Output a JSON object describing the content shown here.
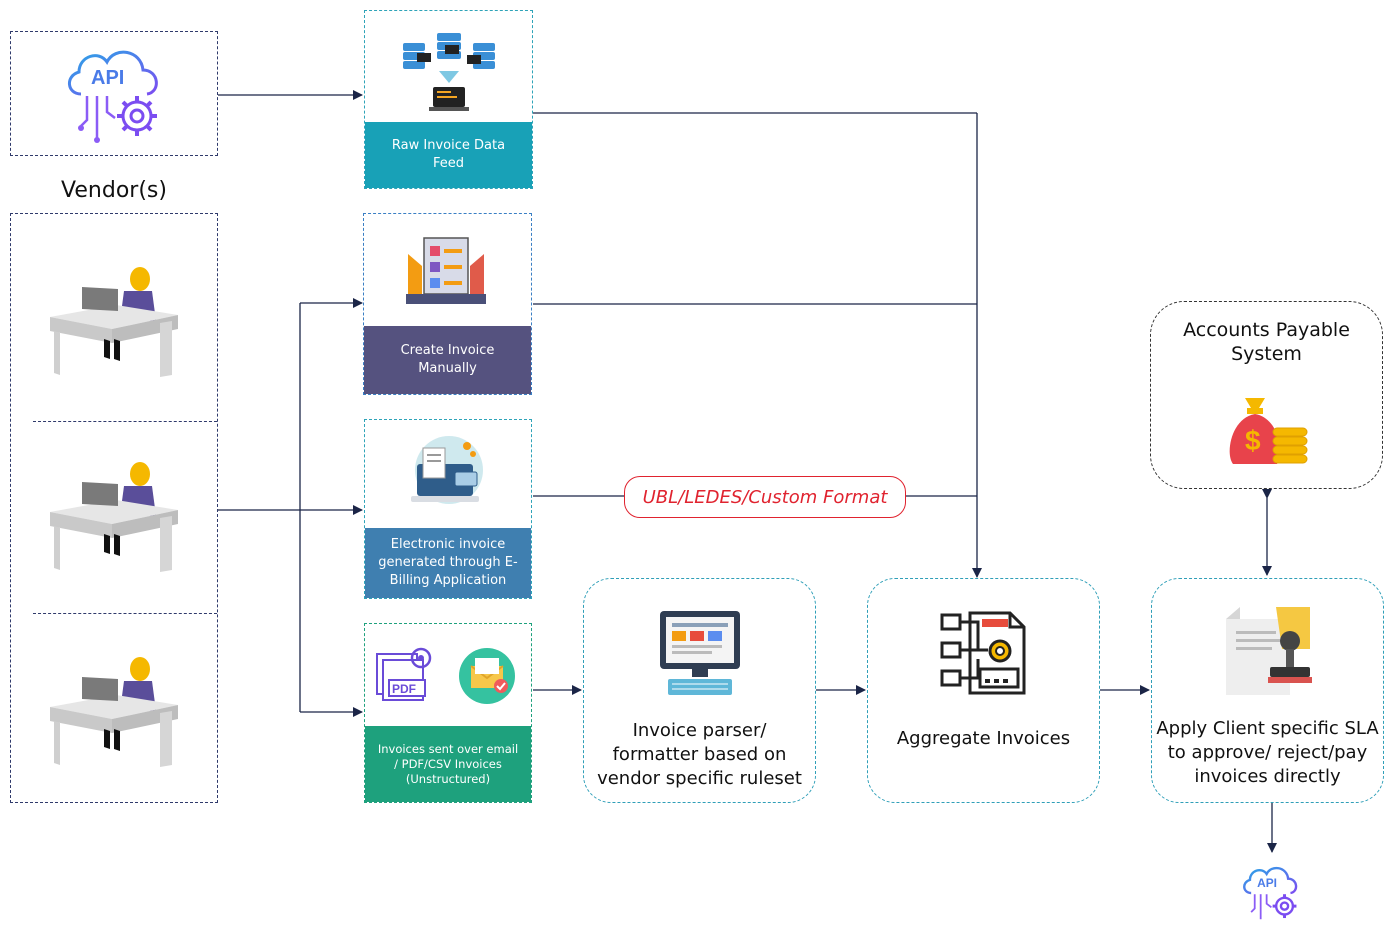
{
  "vendors_label": "Vendor(s)",
  "sources": {
    "raw_feed": "Raw Invoice Data Feed",
    "manual": "Create Invoice Manually",
    "electronic": "Electronic invoice generated through E-Billing Application",
    "email": "Invoices sent over email / PDF/CSV Invoices (Unstructured)"
  },
  "format_label": "UBL/LEDES/Custom Format",
  "parser_label": "Invoice parser/ formatter based on vendor specific ruleset",
  "aggregate_label": "Aggregate Invoices",
  "sla_label": "Apply Client specific SLA to approve/ reject/pay invoices directly",
  "ap_label": "Accounts Payable System",
  "icons": {
    "api_top": "api-cloud-gear-icon",
    "vendor": "person-at-desk-icon",
    "raw_feed": "database-server-icon",
    "manual": "checklist-clipboard-icon",
    "electronic": "laptop-billing-icon",
    "pdf": "pdf-document-icon",
    "email": "email-envelope-icon",
    "parser": "computer-monitor-icon",
    "aggregate": "document-gear-icon",
    "sla": "stamp-approval-icon",
    "ap": "money-bag-icon",
    "api_bottom": "api-cloud-gear-icon"
  },
  "colors": {
    "raw_feed_band": "#18a1b7",
    "manual_band": "#55527f",
    "electronic_band": "#3f7fb0",
    "email_band": "#1ea17d",
    "accent_red": "#e0232f",
    "api_purple": "#7b4df1",
    "api_blue": "#2aa6e6"
  }
}
